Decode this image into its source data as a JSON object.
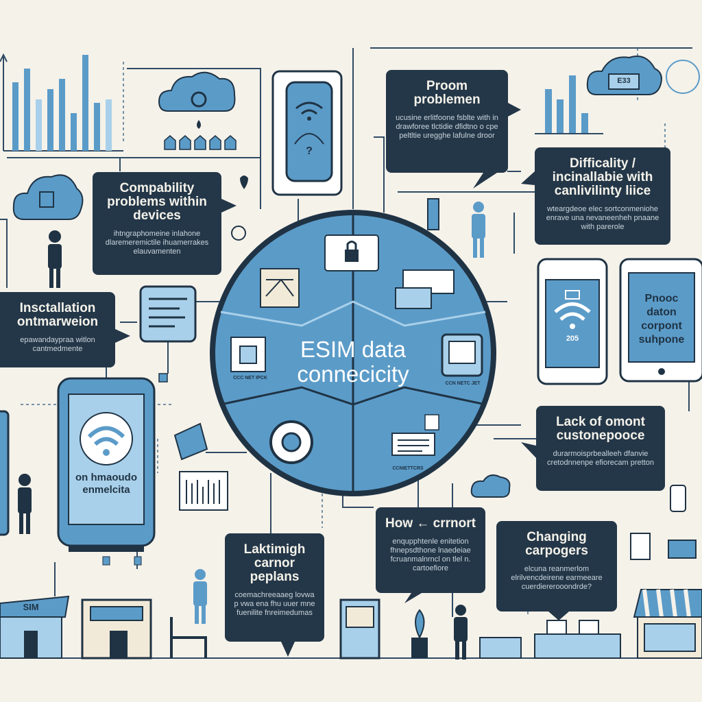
{
  "center": {
    "title": "ESIM data connecicity"
  },
  "boxes": {
    "proom": {
      "title": "Proom problemen",
      "desc": "ucusine erlitfoone fsblte with in drawforee tlctidie dfidtno o cpe peltltie uregghe lafulne droor"
    },
    "compat": {
      "title": "Compability problems within devices",
      "desc": "ihtngraphomeine inlahone dlaremeremictile ihuamerrakes elauvamenten"
    },
    "difficulty": {
      "title": "Difficality / incinallabie with canlivilinty liice",
      "desc": "wteargdeoe elec sortconmeniohe enrave una nevaneenheh pnaane with parerole"
    },
    "install": {
      "title": "Insctallation ontmarweion",
      "desc": "epawandaypraa witlon cantmedmente"
    },
    "lack": {
      "title": "Lack of omont custonepooce",
      "desc": "durarmoisprbealleeh dfanvie cretodnnenpe efiorecam pretton"
    },
    "how": {
      "title": "How ← crrnort",
      "desc": "enqupphtenle enitetion fhnepsdthone lnaedeiae fcruanmalnrncl on tlel n. cartoefiore"
    },
    "changing": {
      "title": "Changing carpogers",
      "desc": "elcuna reanmerlom elrilvencdeirene earmeeare cuerdiererooondrde?"
    },
    "laktimigh": {
      "title": "Laktimigh carnor peplans",
      "desc": "coemachreeaaeg lovwa p vwa ena fhu uuer mne fuenilite fnreimedumas"
    }
  },
  "phones": {
    "left_label": "on hmaoudo enmelcita",
    "right_label": "Pnooc daton corpont suhpone",
    "mid_right_num": "205"
  },
  "labels": {
    "shop_sign": "SIM",
    "seg_icon_a": "CCC NET IPCK",
    "seg_icon_b": "CCN NETC JET",
    "seg_icon_c": "CCNIETTCRS",
    "cloud_right": "E33"
  },
  "colors": {
    "dark": "#243748",
    "accent": "#5b9bc8",
    "light": "#a9d0ea",
    "bg": "#f5f2ea"
  }
}
